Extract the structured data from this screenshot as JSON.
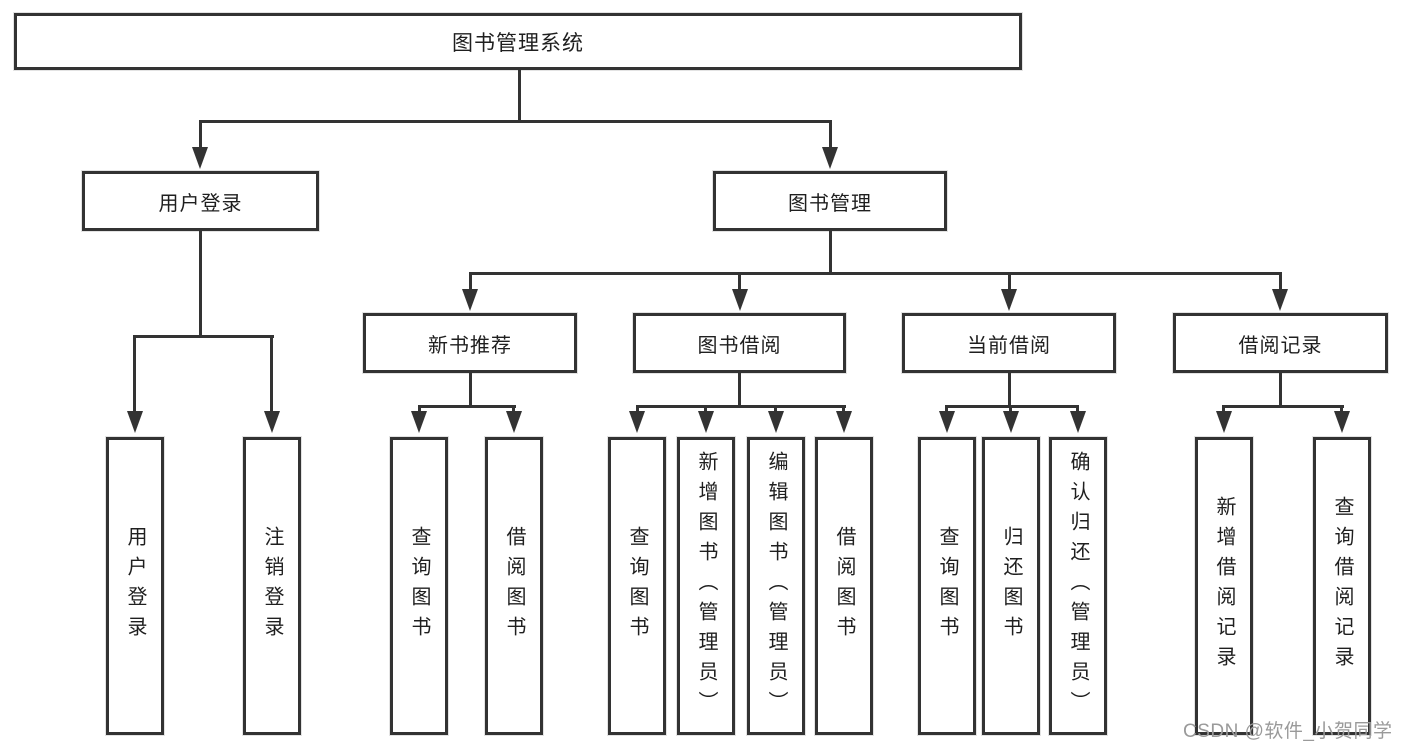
{
  "colors": {
    "line": "#333333",
    "text": "#1f1f1f",
    "watermark": "#9a9a9a",
    "background": "#ffffff"
  },
  "watermark": {
    "text": "CSDN @软件_小贺同学"
  },
  "tree": {
    "root": {
      "label": "图书管理系统",
      "children": [
        {
          "label": "用户登录",
          "children": [
            {
              "label": "用户登录"
            },
            {
              "label": "注销登录"
            }
          ]
        },
        {
          "label": "图书管理",
          "children": [
            {
              "label": "新书推荐",
              "children": [
                {
                  "label": "查询图书"
                },
                {
                  "label": "借阅图书"
                }
              ]
            },
            {
              "label": "图书借阅",
              "children": [
                {
                  "label": "查询图书"
                },
                {
                  "label": "新增图书（管理员）"
                },
                {
                  "label": "编辑图书（管理员）"
                },
                {
                  "label": "借阅图书"
                }
              ]
            },
            {
              "label": "当前借阅",
              "children": [
                {
                  "label": "查询图书"
                },
                {
                  "label": "归还图书"
                },
                {
                  "label": "确认归还（管理员）"
                }
              ]
            },
            {
              "label": "借阅记录",
              "children": [
                {
                  "label": "新增借阅记录"
                },
                {
                  "label": "查询借阅记录"
                }
              ]
            }
          ]
        }
      ]
    }
  }
}
